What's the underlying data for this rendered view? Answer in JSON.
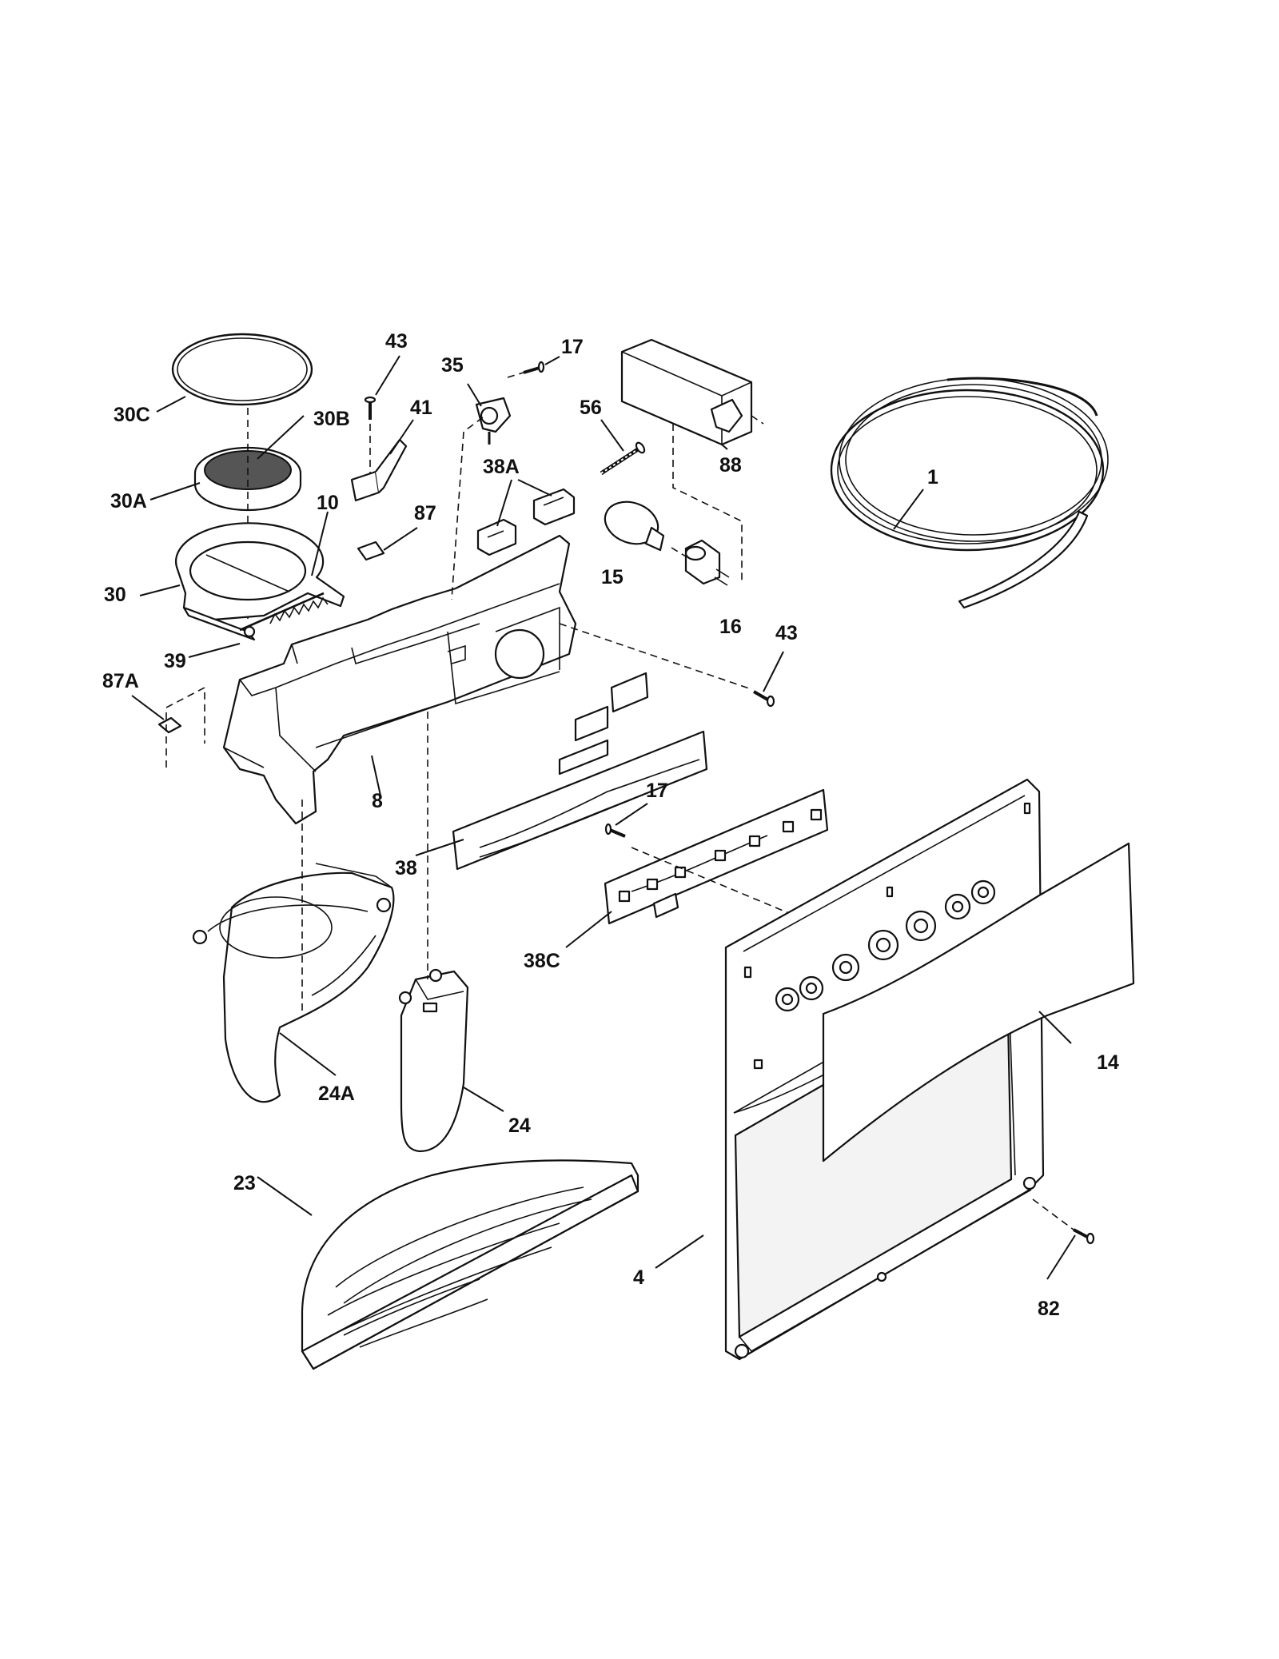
{
  "labels": {
    "l_30C": "30C",
    "l_30B": "30B",
    "l_30A": "30A",
    "l_30": "30",
    "l_10": "10",
    "l_39": "39",
    "l_87A": "87A",
    "l_8": "8",
    "l_43a": "43",
    "l_41": "41",
    "l_87": "87",
    "l_35": "35",
    "l_17a": "17",
    "l_38A": "38A",
    "l_56": "56",
    "l_88": "88",
    "l_15": "15",
    "l_16": "16",
    "l_1": "1",
    "l_43b": "43",
    "l_38": "38",
    "l_17b": "17",
    "l_38C": "38C",
    "l_14": "14",
    "l_24A": "24A",
    "l_24": "24",
    "l_23": "23",
    "l_4": "4",
    "l_82": "82"
  }
}
